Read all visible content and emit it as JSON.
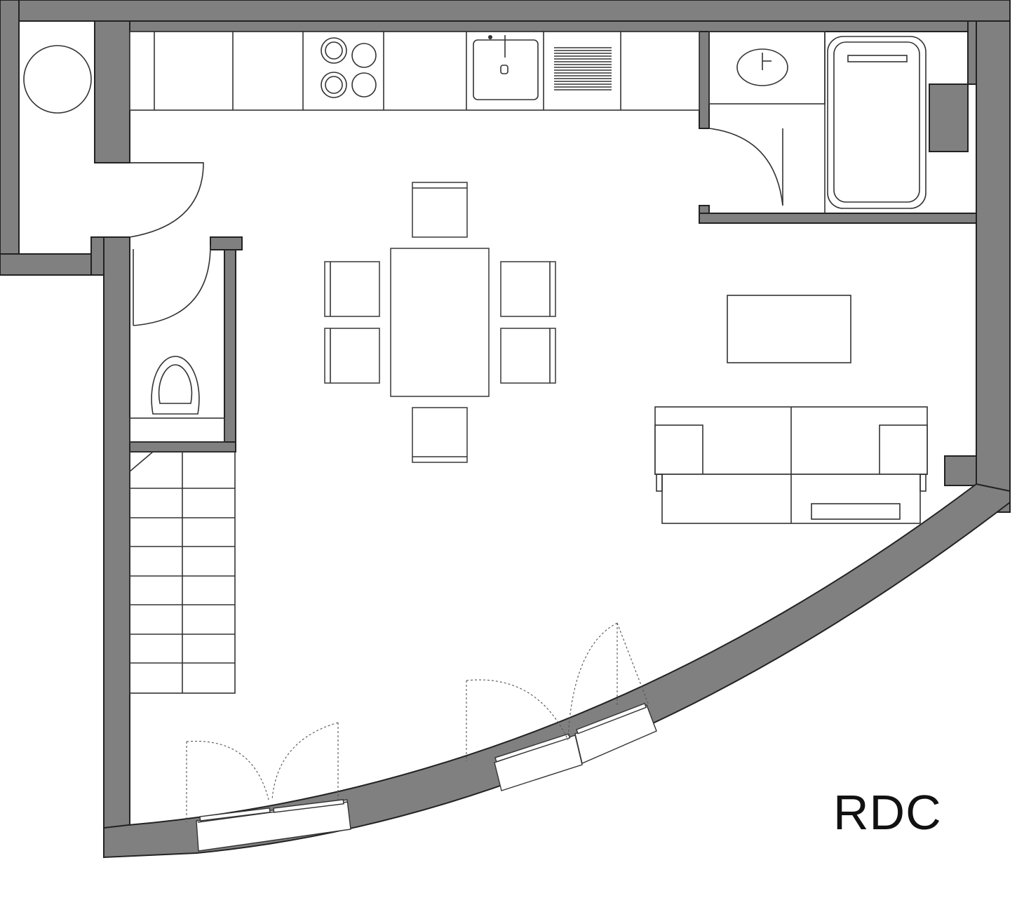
{
  "plan": {
    "floor_label": "RDC"
  },
  "colors": {
    "wall": "#808080",
    "line": "#333333",
    "background": "#ffffff"
  },
  "rooms": [
    "closet",
    "kitchen",
    "bathroom",
    "wc",
    "staircase",
    "living-dining"
  ],
  "furniture": [
    "dining-table",
    "dining-chair",
    "sofa",
    "coffee-table",
    "bathtub",
    "washbasin",
    "toilet",
    "kitchen-sink",
    "cooktop",
    "dish-drainer",
    "washing-machine"
  ]
}
